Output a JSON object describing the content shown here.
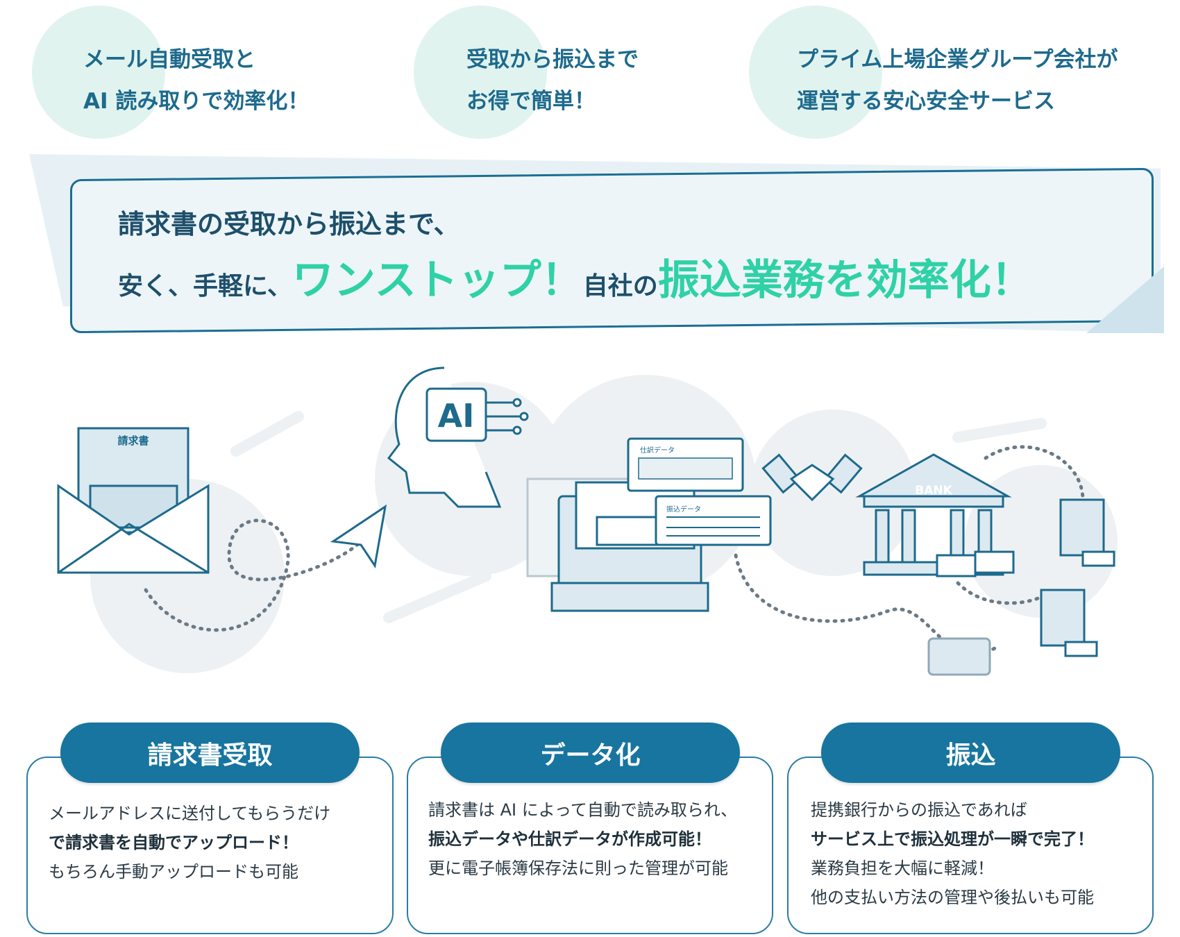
{
  "features": [
    {
      "line1": "メール自動受取と",
      "line2": "AI 読み取りで効率化！"
    },
    {
      "line1": "受取から振込まで",
      "line2": "お得で簡単！"
    },
    {
      "line1": "プライム上場企業グループ会社が",
      "line2": "運営する安心安全サービス"
    }
  ],
  "banner": {
    "line1": "請求書の受取から振込まで、",
    "line2_a": "安く、手軽に、",
    "line2_b": "ワンストップ！",
    "line2_c": "自社の",
    "line2_d": "振込業務を効率化！"
  },
  "illustration": {
    "invoice_label": "請求書",
    "ai_label": "AI",
    "journal_data_label": "仕訳データ",
    "transfer_data_label": "振込データ",
    "bank_label": "BANK"
  },
  "cards": [
    {
      "title": "請求書受取",
      "lines": [
        {
          "text": "メールアドレスに送付してもらうだけ",
          "bold": false
        },
        {
          "text": "で請求書を自動でアップロード！",
          "bold": true
        },
        {
          "text": "もちろん手動アップロードも可能",
          "bold": false
        }
      ]
    },
    {
      "title": "データ化",
      "lines": [
        {
          "text": "請求書は AI によって自動で読み取られ、",
          "bold": false
        },
        {
          "text": "振込データや仕訳データが作成可能！",
          "bold": true
        },
        {
          "text": "更に電子帳簿保存法に則った管理が可能",
          "bold": false
        }
      ]
    },
    {
      "title": "振込",
      "lines": [
        {
          "text": "提携銀行からの振込であれば",
          "bold": false
        },
        {
          "text": "サービス上で振込処理が一瞬で完了！",
          "bold": true
        },
        {
          "text": "業務負担を大幅に軽減！",
          "bold": false
        },
        {
          "text": "他の支払い方法の管理や後払いも可能",
          "bold": false
        }
      ]
    }
  ],
  "colors": {
    "primary": "#17759f",
    "accent": "#2fd1a6",
    "text": "#1e4f6b"
  }
}
